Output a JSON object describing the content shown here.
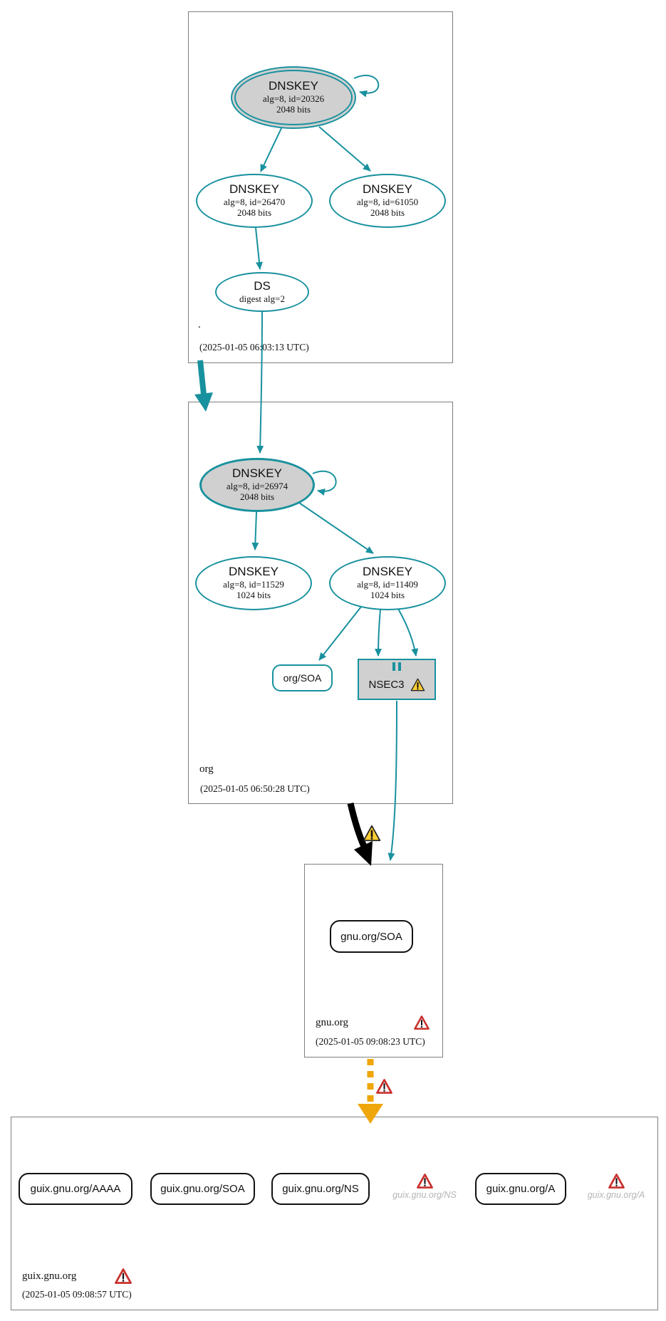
{
  "root": {
    "label": ".",
    "timestamp": "(2025-01-05 06:03:13 UTC)",
    "ksk": {
      "title": "DNSKEY",
      "detail1": "alg=8, id=20326",
      "detail2": "2048 bits"
    },
    "zsk_left": {
      "title": "DNSKEY",
      "detail1": "alg=8, id=26470",
      "detail2": "2048 bits"
    },
    "zsk_right": {
      "title": "DNSKEY",
      "detail1": "alg=8, id=61050",
      "detail2": "2048 bits"
    },
    "ds": {
      "title": "DS",
      "detail1": "digest alg=2"
    }
  },
  "org": {
    "label": "org",
    "timestamp": "(2025-01-05 06:50:28 UTC)",
    "ksk": {
      "title": "DNSKEY",
      "detail1": "alg=8, id=26974",
      "detail2": "2048 bits"
    },
    "zsk_left": {
      "title": "DNSKEY",
      "detail1": "alg=8, id=11529",
      "detail2": "1024 bits"
    },
    "zsk_right": {
      "title": "DNSKEY",
      "detail1": "alg=8, id=11409",
      "detail2": "1024 bits"
    },
    "soa_label": "org/SOA",
    "nsec3_label": "NSEC3"
  },
  "gnu_org": {
    "label": "gnu.org",
    "timestamp": "(2025-01-05 09:08:23 UTC)",
    "soa_label": "gnu.org/SOA"
  },
  "guix_gnu_org": {
    "label": "guix.gnu.org",
    "timestamp": "(2025-01-05 09:08:57 UTC)",
    "rr_aaaa": "guix.gnu.org/AAAA",
    "rr_soa": "guix.gnu.org/SOA",
    "rr_ns": "guix.gnu.org/NS",
    "rr_ns_missing": "guix.gnu.org/NS",
    "rr_a": "guix.gnu.org/A",
    "rr_a_missing": "guix.gnu.org/A"
  },
  "colors": {
    "secure_edge": "#18919e",
    "node_fill": "#d0d0d0",
    "box_border": "#7f7f7f",
    "insecure_edge": "#efa60a",
    "error": "#c9302c",
    "warning": "#ffce33",
    "bogus_edge": "#000000"
  }
}
